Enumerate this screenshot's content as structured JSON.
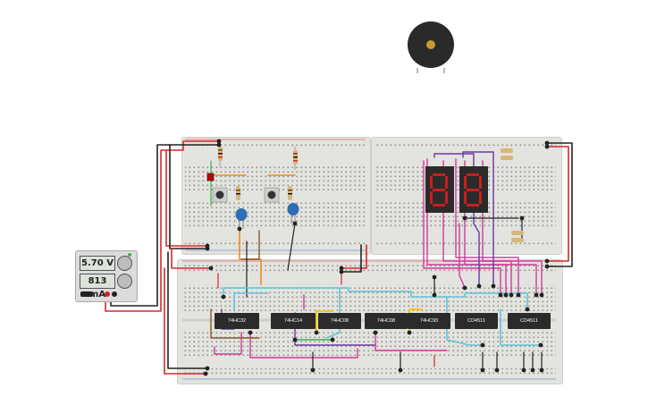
{
  "power_supply": {
    "voltage": "5.70 V",
    "current": "813 mA"
  },
  "chips": [
    {
      "label": "74HC32"
    },
    {
      "label": "74HC14"
    },
    {
      "label": "74HC08"
    },
    {
      "label": "74HC08"
    },
    {
      "label": "74HC93"
    },
    {
      "label": "CD4511"
    },
    {
      "label": "CD4511"
    }
  ],
  "colors": {
    "breadboard": "#e3e3df",
    "wire_red": "#d42a2a",
    "wire_black": "#222222",
    "wire_magenta": "#d13b9a",
    "wire_purple": "#6b3aa0",
    "wire_cyan": "#5ec6d8",
    "wire_yellow": "#f2c80f",
    "wire_orange": "#f08c1e",
    "wire_brown": "#8a5a2b",
    "wire_green": "#3bb54a",
    "segment_on": "#c81e1e",
    "capacitor": "#2f6db5"
  }
}
